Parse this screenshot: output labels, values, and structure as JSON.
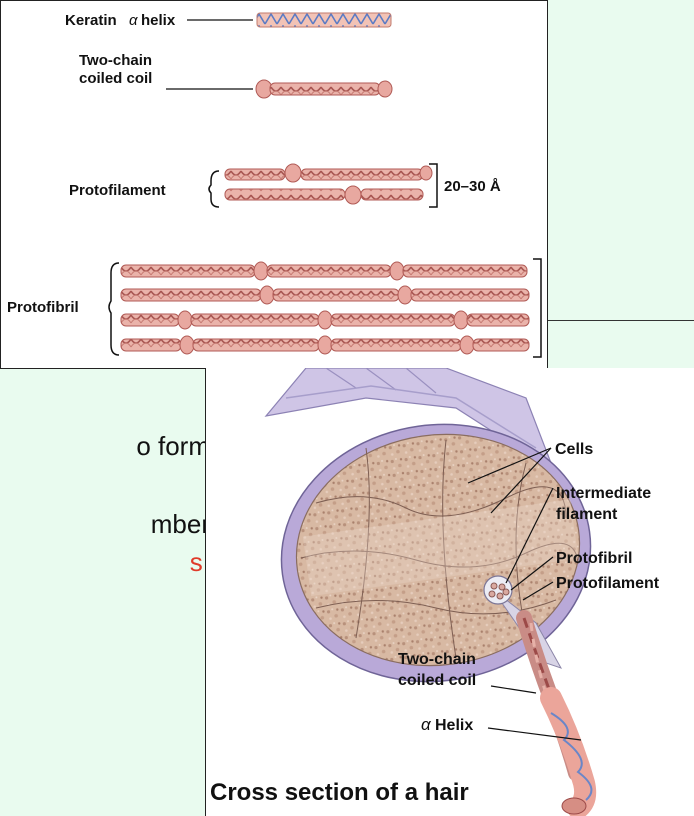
{
  "top_figure": {
    "keratin_alpha_symbol": "α",
    "keratin_label": "helix",
    "keratin_prefix": "Keratin",
    "two_chain_line1": "Two-chain",
    "two_chain_line2": "coiled coil",
    "protofilament_label": "Protofilament",
    "protofilament_size": "20–30 Å",
    "protofibril_label": "Protofibril"
  },
  "slide_text": {
    "frag1": "o form",
    "frag2": "mber",
    "frag3": "s",
    "frag3_suffix": "."
  },
  "hair_figure": {
    "cells_label": "Cells",
    "intermediate_line1": "Intermediate",
    "intermediate_line2": "filament",
    "protofibril_label": "Protofibril",
    "protofilament_label": "Protofilament",
    "two_chain_line1": "Two-chain",
    "two_chain_line2": "coiled coil",
    "alpha_symbol": "α",
    "alpha_helix_label": "Helix",
    "caption": "Cross section of a hair"
  },
  "colors": {
    "coil_fill": "#e8a8a0",
    "coil_stroke": "#b05a55",
    "coil_dark": "#9c4a48",
    "helix_blue": "#8aa8d8",
    "cell_fill": "#d9b8a4",
    "sheath_fill": "#c7bde0",
    "red_text": "#e03a2a"
  }
}
